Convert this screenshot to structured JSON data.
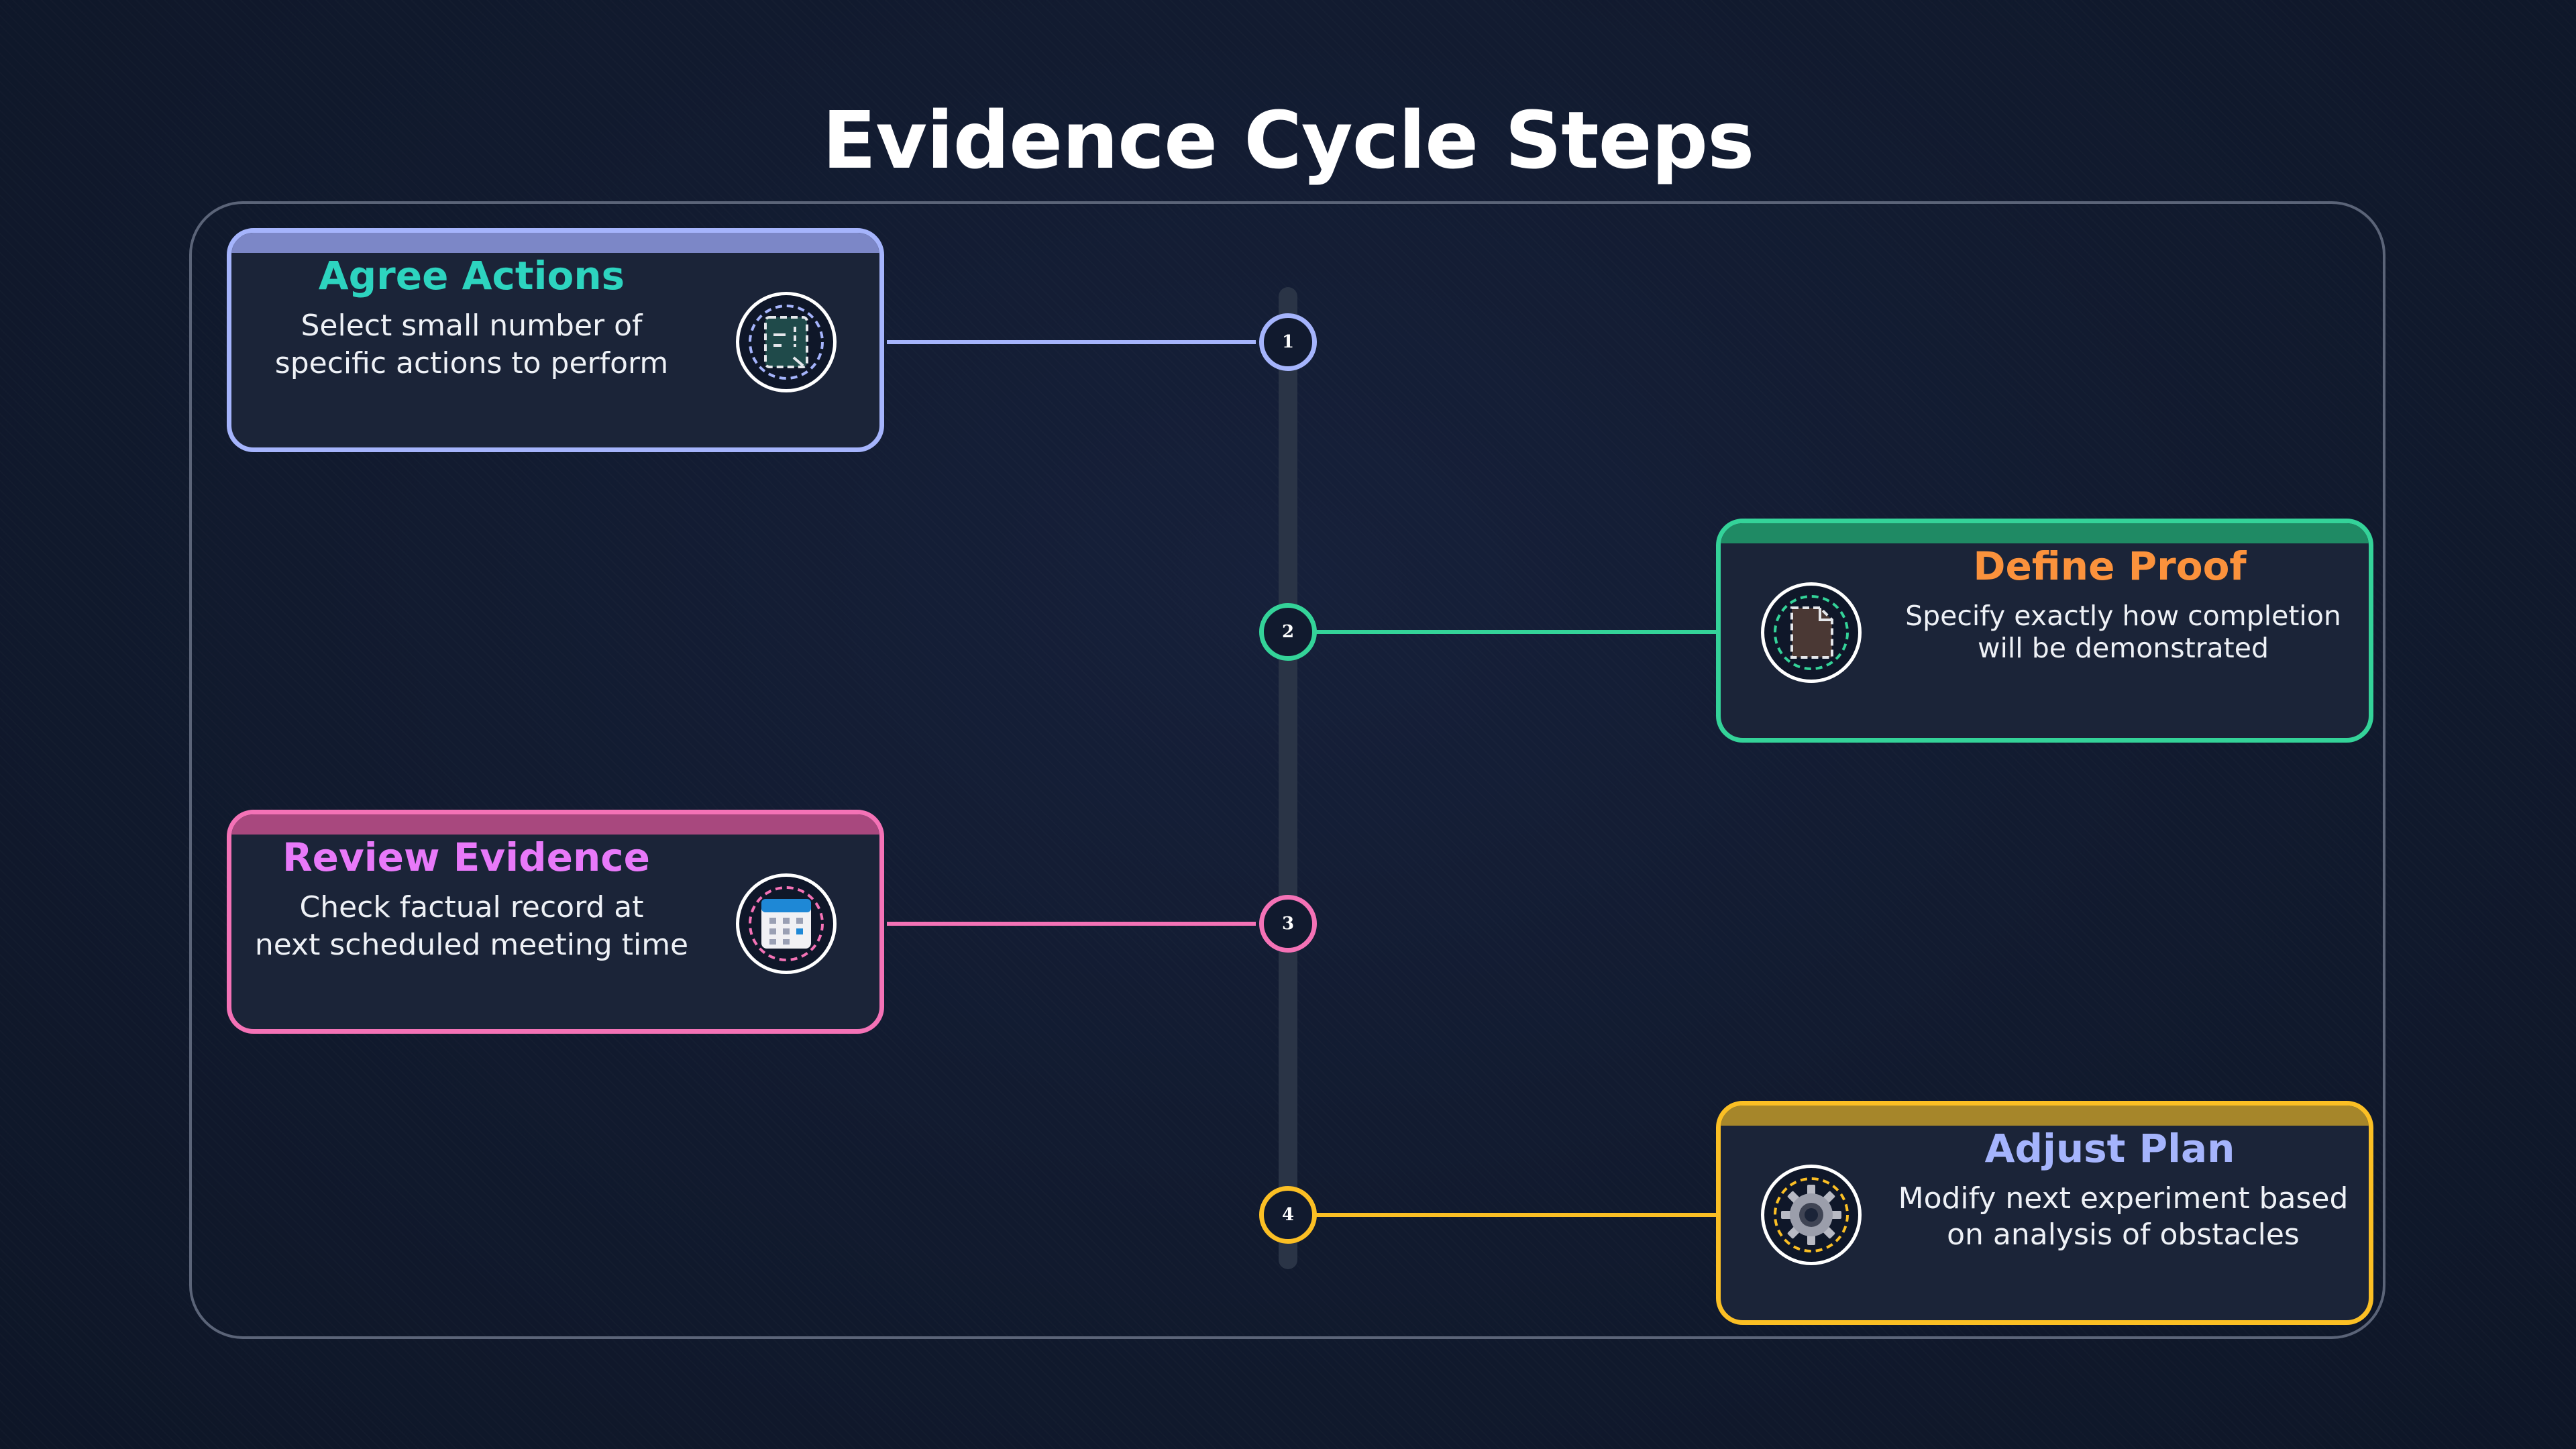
{
  "title": "Evidence Cycle Steps",
  "steps": [
    {
      "number": "1",
      "title": "Agree Actions",
      "desc_line1": "Select small number of",
      "desc_line2": "specific actions to perform",
      "side": "left",
      "border_color": "#a5b4fc",
      "title_color": "#2dd4bf",
      "icon": "document-icon"
    },
    {
      "number": "2",
      "title": "Define Proof",
      "desc_line1": "Specify exactly how completion",
      "desc_line2": "will be demonstrated",
      "side": "right",
      "border_color": "#34d399",
      "title_color": "#fb923c",
      "icon": "file-icon"
    },
    {
      "number": "3",
      "title": "Review Evidence",
      "desc_line1": "Check factual record at",
      "desc_line2": "next scheduled meeting time",
      "side": "left",
      "border_color": "#f472b6",
      "title_color": "#e879f9",
      "icon": "calendar-icon"
    },
    {
      "number": "4",
      "title": "Adjust Plan",
      "desc_line1": "Modify next experiment based",
      "desc_line2": "on analysis of obstacles",
      "side": "right",
      "border_color": "#fbbf24",
      "title_color": "#a5b4fc",
      "icon": "gear-icon"
    }
  ]
}
